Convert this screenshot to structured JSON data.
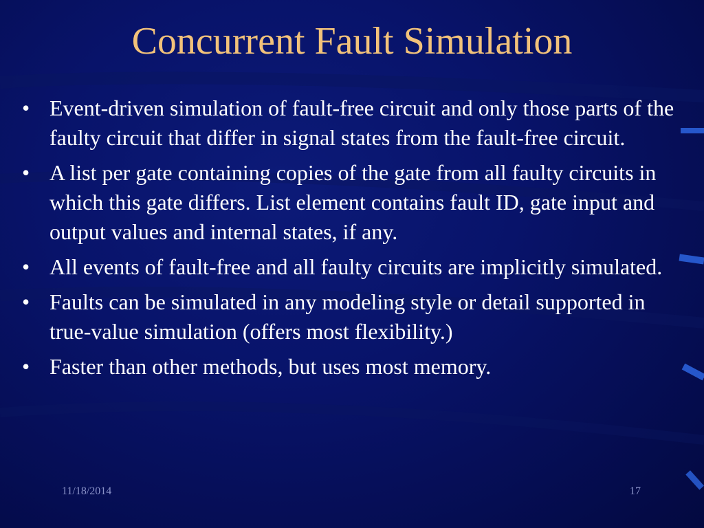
{
  "slide": {
    "title": "Concurrent Fault Simulation",
    "bullet_glyph": "•",
    "bullets": [
      "Event-driven simulation of fault-free circuit and only those parts of the faulty circuit that differ in signal states from the fault-free circuit.",
      "A list per gate containing copies of the gate from all faulty circuits in which this gate differs.  List element contains fault ID, gate input and output values and internal states, if any.",
      "All events of fault-free and all faulty circuits are implicitly simulated.",
      "Faults can be simulated in any modeling style or detail supported in true-value simulation (offers most flexibility.)",
      "Faster than other methods, but uses most memory."
    ],
    "footer": {
      "date": "11/18/2014",
      "page_number": "17"
    }
  },
  "colors": {
    "title": "#f2c27a",
    "text": "#ffffff",
    "background": "#08136a",
    "accent_streak": "#2a5fd8"
  }
}
